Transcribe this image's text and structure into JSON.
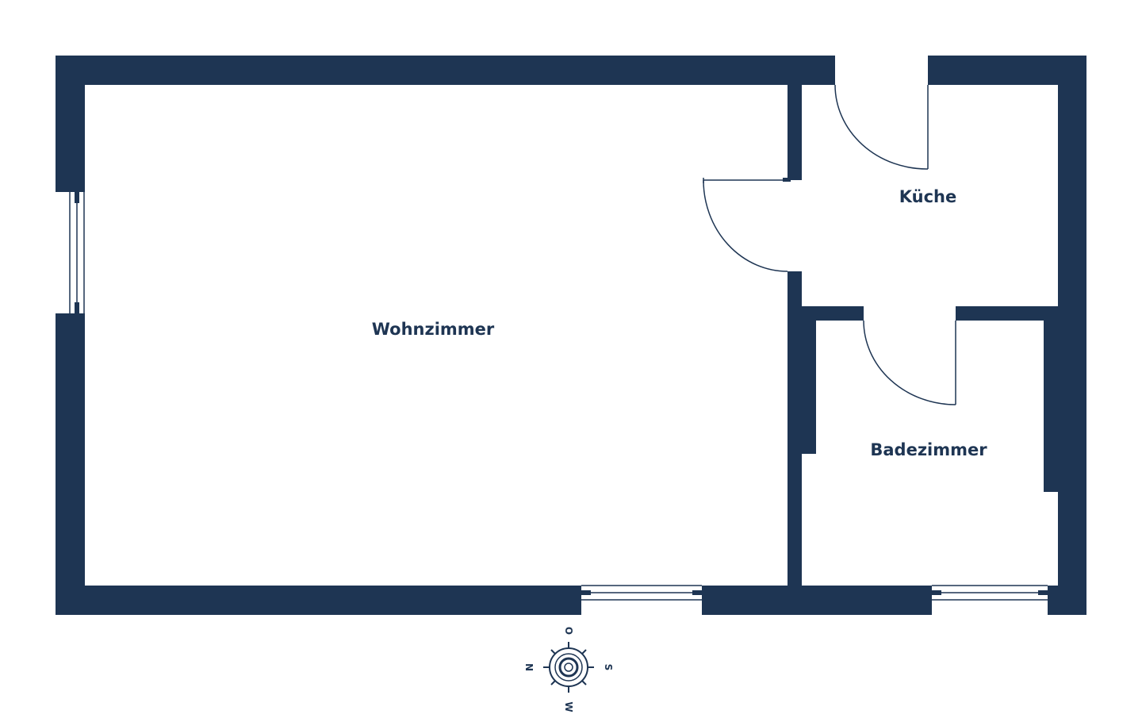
{
  "colors": {
    "wall": "#1e3553",
    "background": "#ffffff"
  },
  "rooms": {
    "wohnzimmer": "Wohnzimmer",
    "kueche": "Küche",
    "badezimmer": "Badezimmer"
  },
  "compass": {
    "north": "N",
    "east": "O",
    "south": "S",
    "west": "W",
    "icon": "compass-rose-icon"
  }
}
